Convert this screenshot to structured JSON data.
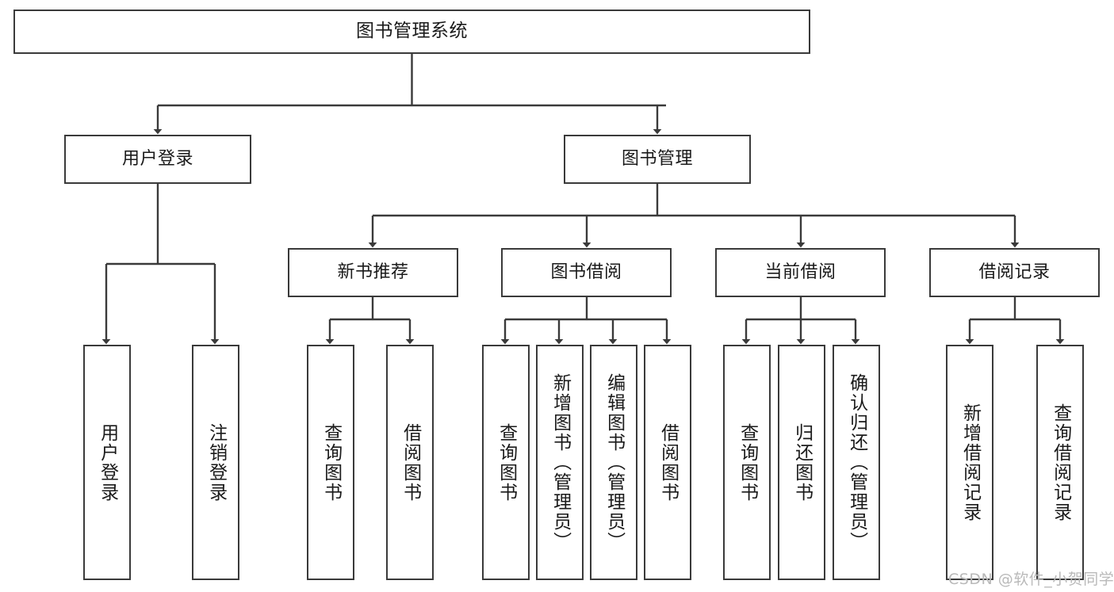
{
  "diagram": {
    "title": "图书管理系统",
    "type": "tree-hierarchy",
    "stroke_color": "#3a3a3a",
    "fill_color": "#ffffff",
    "text_color": "#1a1a1a",
    "levels": {
      "root": {
        "label": "图书管理系统"
      },
      "level2": [
        {
          "id": "user-login",
          "label": "用户登录"
        },
        {
          "id": "book-manage",
          "label": "图书管理"
        }
      ],
      "level3": [
        {
          "id": "new-book-recommend",
          "label": "新书推荐"
        },
        {
          "id": "book-borrow",
          "label": "图书借阅"
        },
        {
          "id": "current-borrow",
          "label": "当前借阅"
        },
        {
          "id": "borrow-record",
          "label": "借阅记录"
        }
      ],
      "leaves": [
        {
          "id": "leaf-user-login",
          "label": "用户登录",
          "parent": "user-login"
        },
        {
          "id": "leaf-logout",
          "label": "注销登录",
          "parent": "user-login"
        },
        {
          "id": "leaf-query-book-1",
          "label": "查询图书",
          "parent": "new-book-recommend"
        },
        {
          "id": "leaf-borrow-book-1",
          "label": "借阅图书",
          "parent": "new-book-recommend"
        },
        {
          "id": "leaf-query-book-2",
          "label": "查询图书",
          "parent": "book-borrow"
        },
        {
          "id": "leaf-add-book",
          "label": "新增图书（管理员）",
          "parent": "book-borrow"
        },
        {
          "id": "leaf-edit-book",
          "label": "编辑图书（管理员）",
          "parent": "book-borrow"
        },
        {
          "id": "leaf-borrow-book-2",
          "label": "借阅图书",
          "parent": "book-borrow"
        },
        {
          "id": "leaf-query-book-3",
          "label": "查询图书",
          "parent": "current-borrow"
        },
        {
          "id": "leaf-return-book",
          "label": "归还图书",
          "parent": "current-borrow"
        },
        {
          "id": "leaf-confirm-return",
          "label": "确认归还（管理员）",
          "parent": "current-borrow"
        },
        {
          "id": "leaf-add-record",
          "label": "新增借阅记录",
          "parent": "borrow-record"
        },
        {
          "id": "leaf-query-record",
          "label": "查询借阅记录",
          "parent": "borrow-record"
        }
      ]
    }
  },
  "watermark": {
    "text": "CSDN @软件_小贺同学"
  }
}
